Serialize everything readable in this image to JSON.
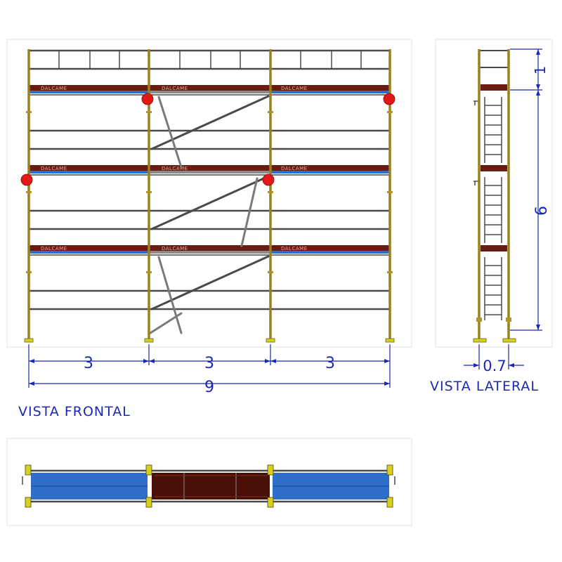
{
  "colors": {
    "frame": "#9a8020",
    "rail": "#4a4a4a",
    "deck": "#6b1c12",
    "board": "#2f6ec8",
    "dimension": "#1c28b4",
    "anchor": "#e01818",
    "base": "#d6d020"
  },
  "front_view": {
    "caption": "VISTA FRONTAL",
    "brand_label": "DALCAME",
    "dimensions": {
      "bay_1": "3",
      "bay_2": "3",
      "bay_3": "3",
      "total": "9"
    }
  },
  "side_view": {
    "caption": "VISTA LATERAL",
    "dimensions": {
      "guard_height": "1",
      "working_height": "6",
      "depth": "0.7"
    }
  }
}
